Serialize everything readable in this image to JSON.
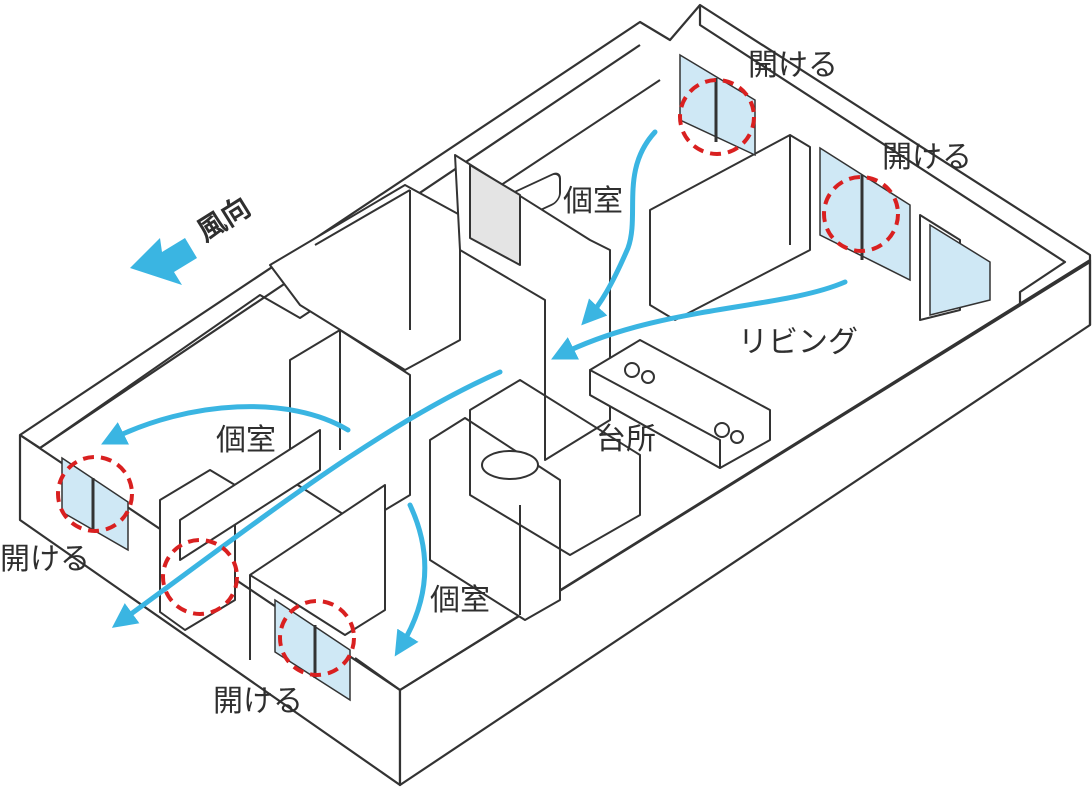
{
  "colors": {
    "wall_stroke": "#333333",
    "wall_fill": "#ffffff",
    "glass": "#cfe8f5",
    "airflow": "#3ab5e2",
    "open_marker": "#d92020",
    "door_fill": "#e4e4e4"
  },
  "wind": {
    "label": "風向"
  },
  "rooms": {
    "private_room_top": "個室",
    "private_room_left": "個室",
    "private_room_bottom": "個室",
    "living": "リビング",
    "kitchen": "台所"
  },
  "window_labels": {
    "top_right_1": "開ける",
    "top_right_2": "開ける",
    "left": "開ける",
    "bottom": "開ける"
  }
}
